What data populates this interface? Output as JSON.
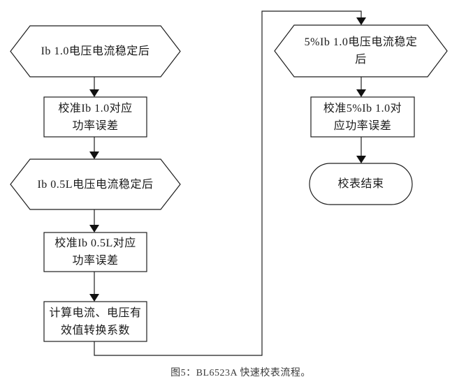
{
  "diagram": {
    "type": "flowchart",
    "background_color": "#ffffff",
    "stroke_color": "#1f1f1f",
    "text_color": "#1a1a1a",
    "nodes": [
      {
        "id": "hex-ib10-stable",
        "shape": "hexagon",
        "label": "Ib 1.0电压电流稳定后"
      },
      {
        "id": "rect-cal-ib10",
        "shape": "rectangle",
        "label": "校准Ib 1.0对应\n功率误差"
      },
      {
        "id": "hex-ib05l-stable",
        "shape": "hexagon",
        "label": "Ib 0.5L电压电流稳定后"
      },
      {
        "id": "rect-cal-ib05l",
        "shape": "rectangle",
        "label": "校准Ib 0.5L对应\n功率误差"
      },
      {
        "id": "rect-calc-rms",
        "shape": "rectangle",
        "label": "计算电流、电压有\n效值转换系数"
      },
      {
        "id": "hex-5ib10-stable",
        "shape": "hexagon",
        "label": "5%Ib 1.0电压电流稳定\n后"
      },
      {
        "id": "rect-cal-5ib10",
        "shape": "rectangle",
        "label": "校准5%Ib 1.0对\n应功率误差"
      },
      {
        "id": "term-end",
        "shape": "terminator",
        "label": "校表结束"
      }
    ],
    "edges": [
      {
        "from": "hex-ib10-stable",
        "to": "rect-cal-ib10"
      },
      {
        "from": "rect-cal-ib10",
        "to": "hex-ib05l-stable"
      },
      {
        "from": "hex-ib05l-stable",
        "to": "rect-cal-ib05l"
      },
      {
        "from": "rect-cal-ib05l",
        "to": "rect-calc-rms"
      },
      {
        "from": "rect-calc-rms",
        "to": "hex-5ib10-stable"
      },
      {
        "from": "hex-5ib10-stable",
        "to": "rect-cal-5ib10"
      },
      {
        "from": "rect-cal-5ib10",
        "to": "term-end"
      }
    ],
    "caption": "图5：BL6523A 快速校表流程。"
  }
}
